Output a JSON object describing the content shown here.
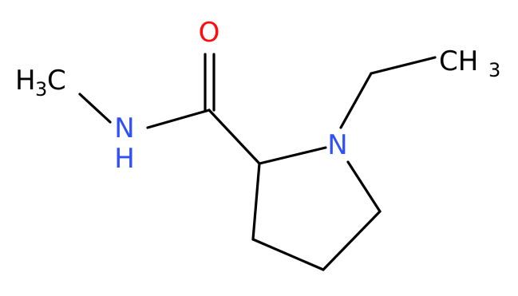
{
  "molecule": {
    "atoms": {
      "oxygen": {
        "symbol": "O",
        "color": "#ff0d0d"
      },
      "amide_nitrogen": {
        "symbol": "N",
        "hydrogen": "H",
        "color": "#3050f8"
      },
      "ring_nitrogen": {
        "symbol": "N",
        "color": "#3050f8"
      },
      "n_methyl": {
        "symbol": "H",
        "count": "3",
        "element": "C",
        "color": "#000000"
      },
      "ethyl_methyl": {
        "symbol": "CH",
        "count": "3",
        "color": "#000000"
      }
    },
    "bond_color": "#000000"
  }
}
